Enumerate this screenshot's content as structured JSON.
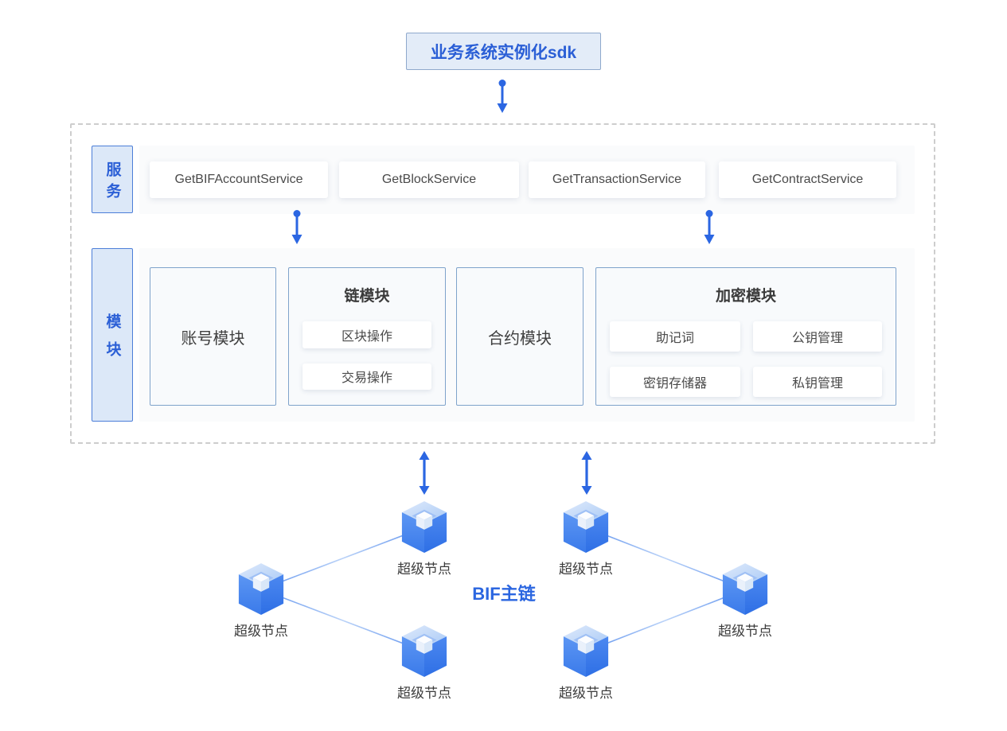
{
  "top_box": {
    "label": "业务系统实例化sdk"
  },
  "sdk": {
    "services": {
      "label": "服务",
      "items": [
        "GetBIFAccountService",
        "GetBlockService",
        "GetTransactionService",
        "GetContractService"
      ]
    },
    "modules": {
      "label": "模块",
      "account": {
        "title": "账号模块"
      },
      "chain": {
        "title": "链模块",
        "items": [
          "区块操作",
          "交易操作"
        ]
      },
      "contract": {
        "title": "合约模块"
      },
      "crypto": {
        "title": "加密模块",
        "items": [
          "助记词",
          "公钥管理",
          "密钥存储器",
          "私钥管理"
        ]
      }
    }
  },
  "network": {
    "title": "BIF主链",
    "node_label": "超级节点",
    "node_count": 6
  },
  "colors": {
    "accent_blue": "#2B66E2",
    "blue_text": "#2B5FD6",
    "label_bg": "#DCE8F8",
    "label_border": "#4C7ED8",
    "top_box_bg": "#E3ECF8",
    "top_box_border": "#8FA9CC",
    "module_border": "#7FA3CB",
    "module_bg": "#F8FAFC",
    "dashed_border": "#CDCDCD",
    "node_line": "#8AB0F0",
    "text_dark": "#4A4A4A"
  }
}
